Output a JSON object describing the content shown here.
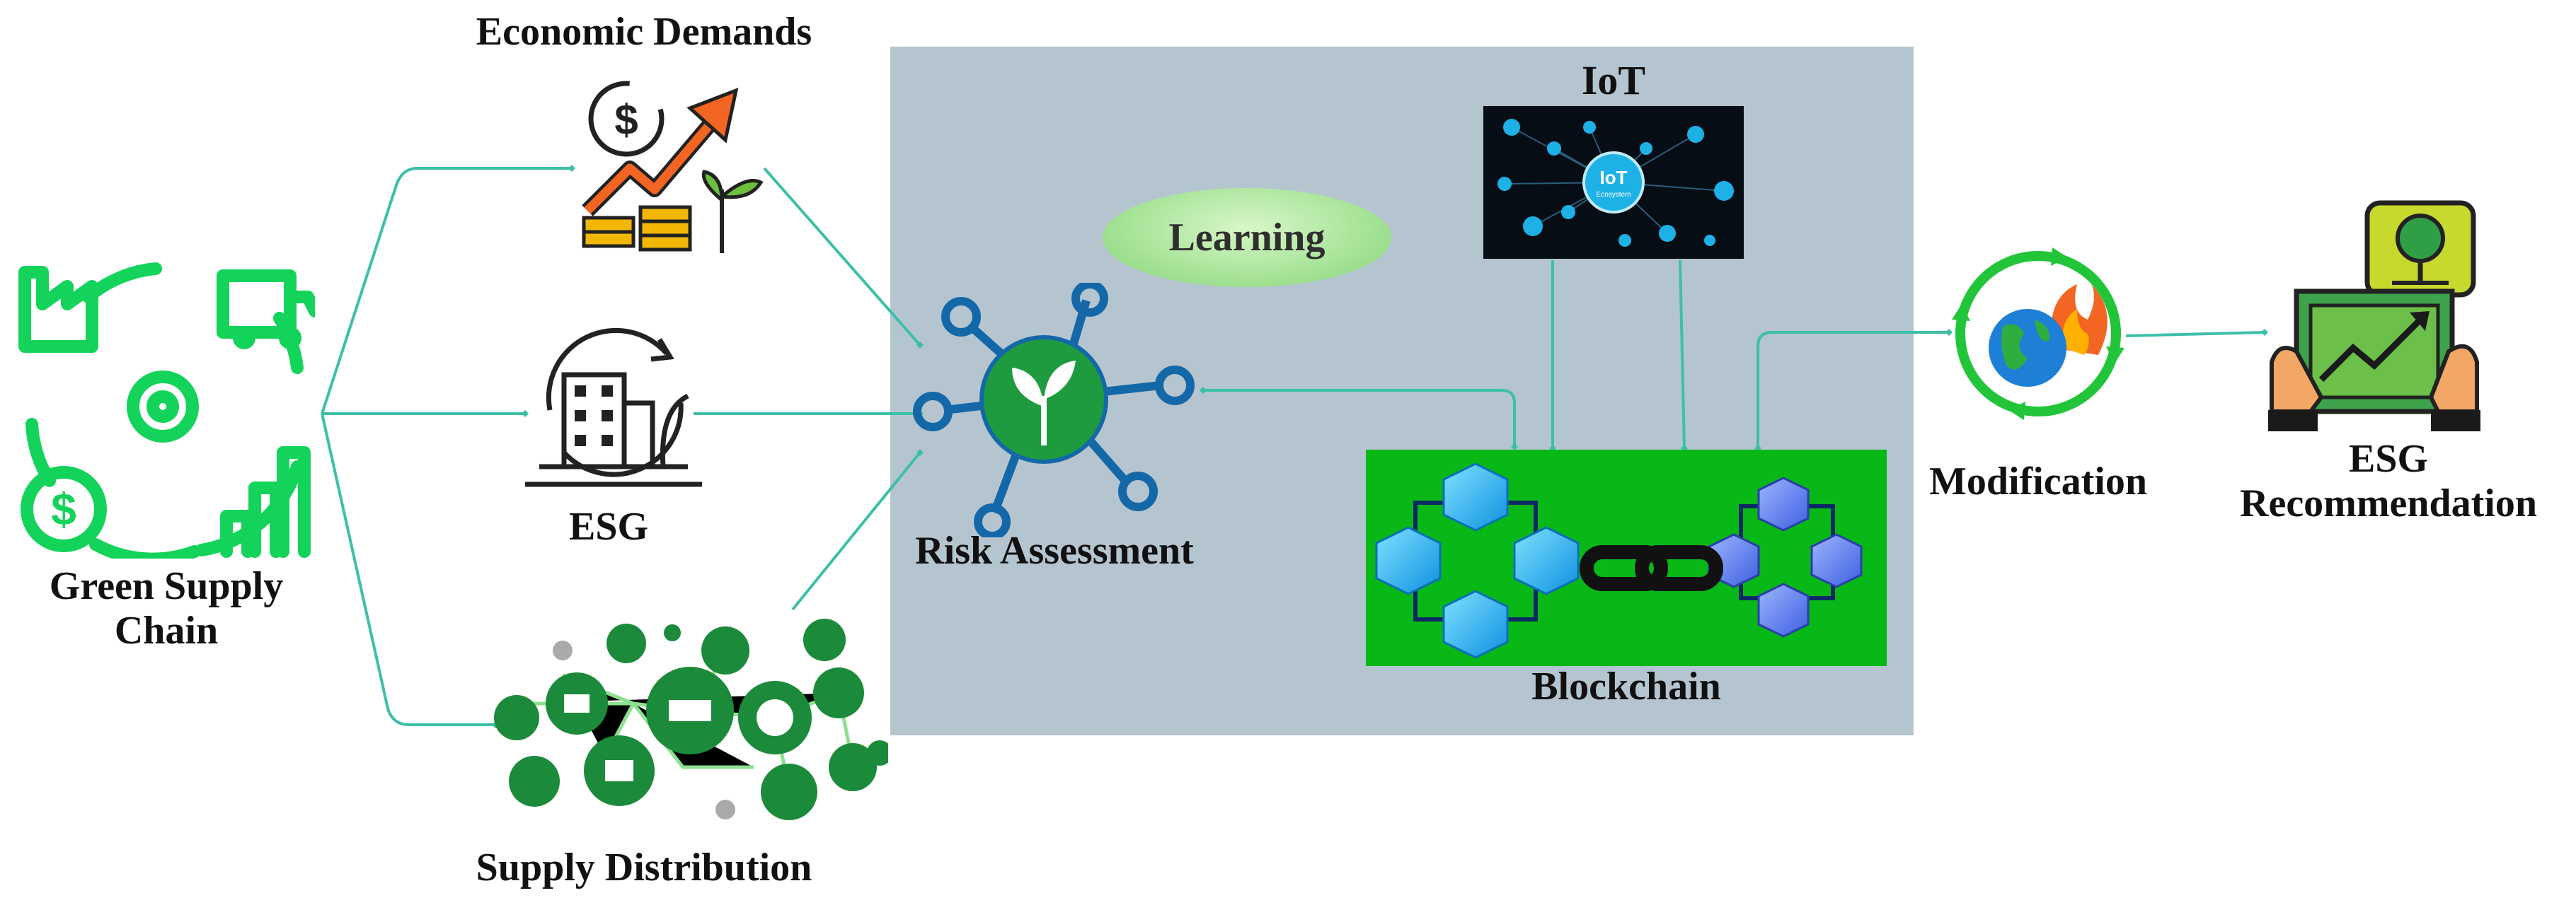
{
  "title": "",
  "nodes": {
    "green_supply_chain": {
      "label_line1": "Green Supply",
      "label_line2": "Chain"
    },
    "economic_demands": {
      "label": "Economic Demands"
    },
    "esg": {
      "label": "ESG"
    },
    "supply_distribution": {
      "label": "Supply Distribution"
    },
    "learning": {
      "label": "Learning"
    },
    "iot": {
      "label": "IoT",
      "badge_line1": "IoT",
      "badge_line2": "Ecosystem"
    },
    "risk_assessment": {
      "label": "Risk Assessment"
    },
    "blockchain": {
      "label": "Blockchain"
    },
    "modification": {
      "label": "Modification"
    },
    "esg_recommendation": {
      "label_line1": "ESG",
      "label_line2": "Recommendation"
    }
  },
  "colors": {
    "connector": "#3cbfa8",
    "panel": "#b5c5d0",
    "green_icon": "#14d35a",
    "blockchain_bg": "#08b816",
    "iot_bg": "#060d14"
  }
}
